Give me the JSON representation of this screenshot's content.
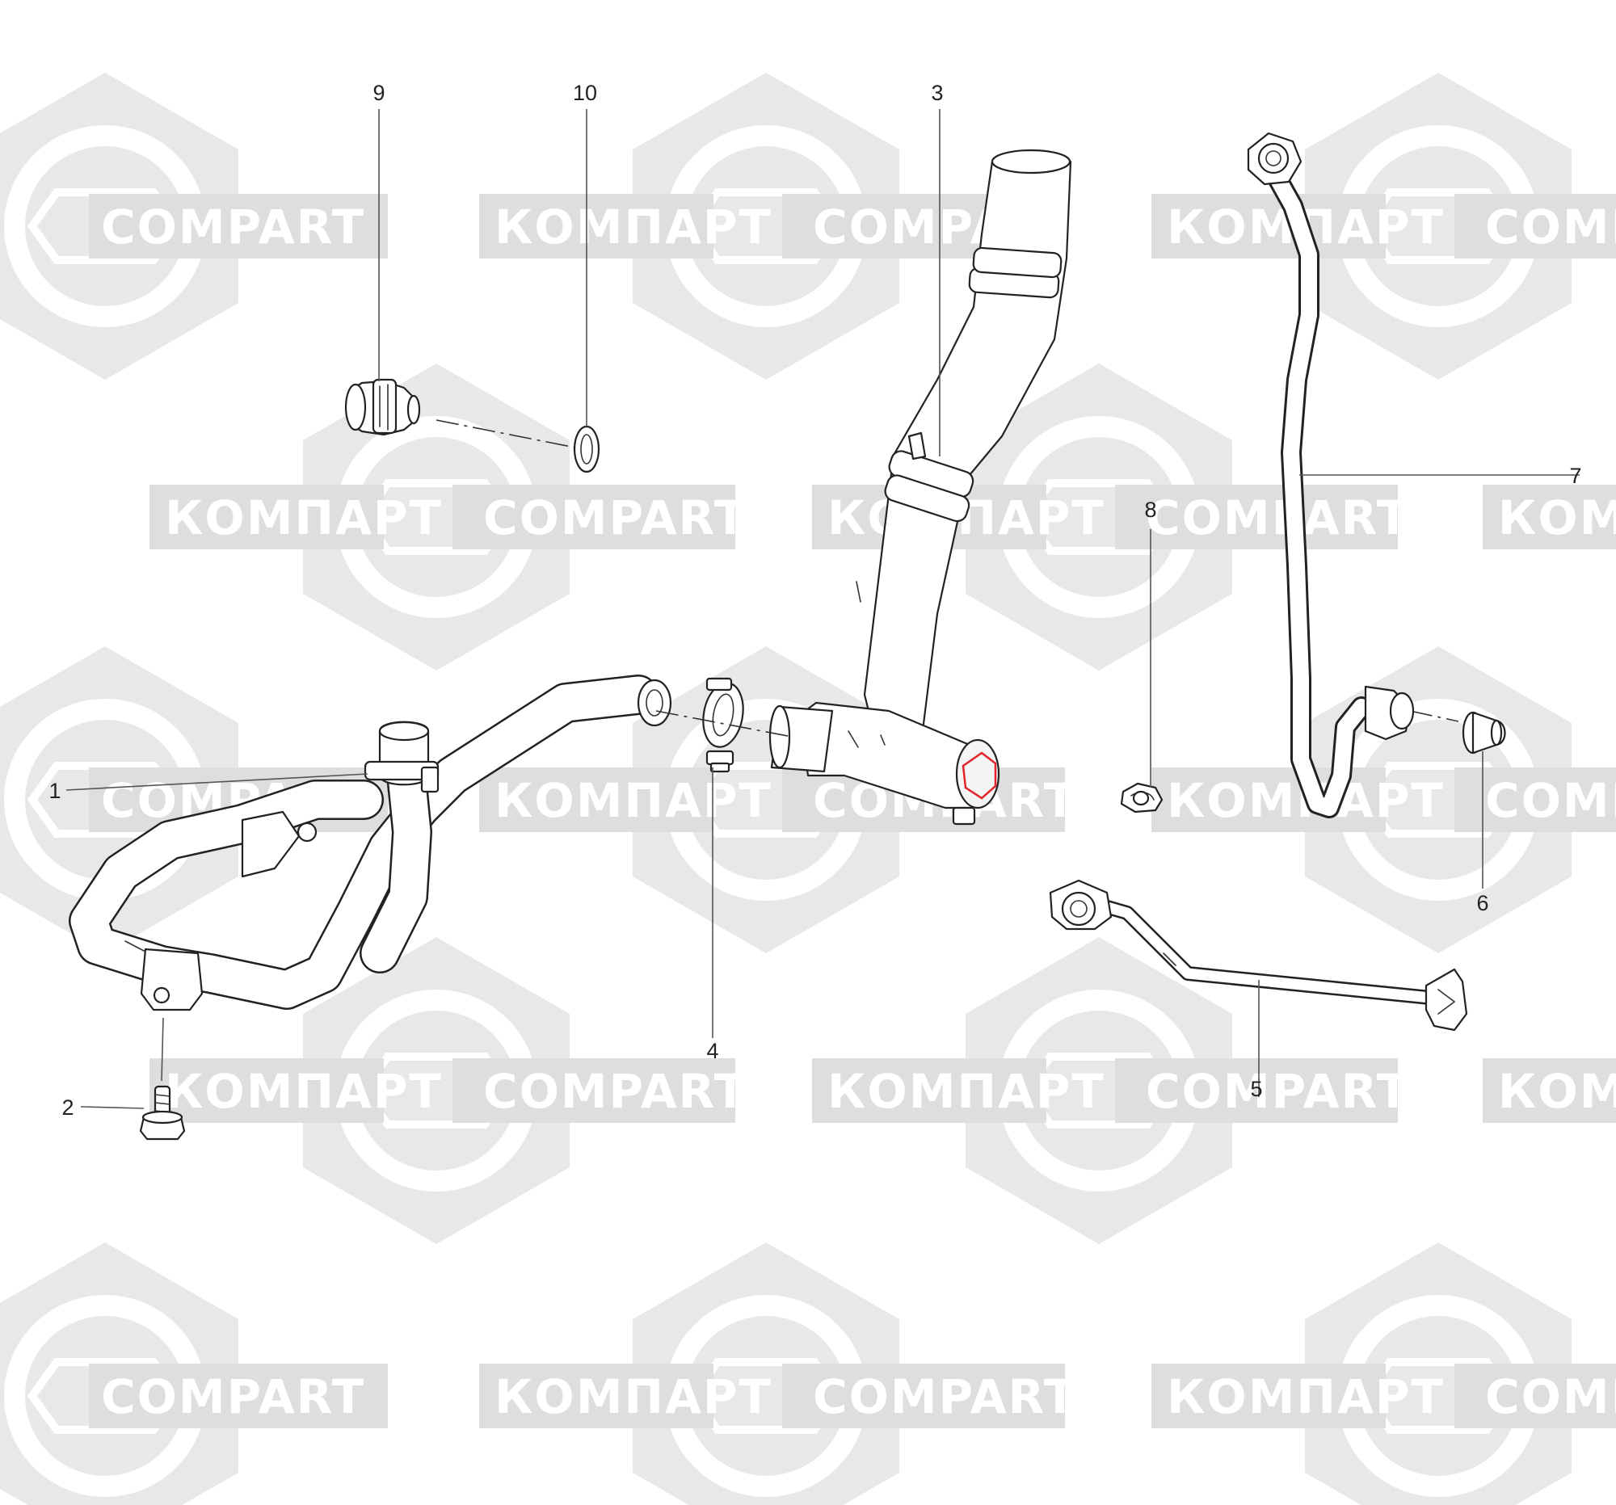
{
  "watermark": {
    "text_latin": "COMPART",
    "text_cyrillic": "КОМПАРТ",
    "color_shape": "#e8e8e8",
    "color_band": "#dedede"
  },
  "highlight_color": "#e0242a",
  "callouts": [
    {
      "id": "1",
      "label": "1"
    },
    {
      "id": "2",
      "label": "2"
    },
    {
      "id": "3",
      "label": "3"
    },
    {
      "id": "4",
      "label": "4"
    },
    {
      "id": "5",
      "label": "5"
    },
    {
      "id": "6",
      "label": "6"
    },
    {
      "id": "7",
      "label": "7"
    },
    {
      "id": "8",
      "label": "8"
    },
    {
      "id": "9",
      "label": "9"
    },
    {
      "id": "10",
      "label": "10"
    }
  ]
}
